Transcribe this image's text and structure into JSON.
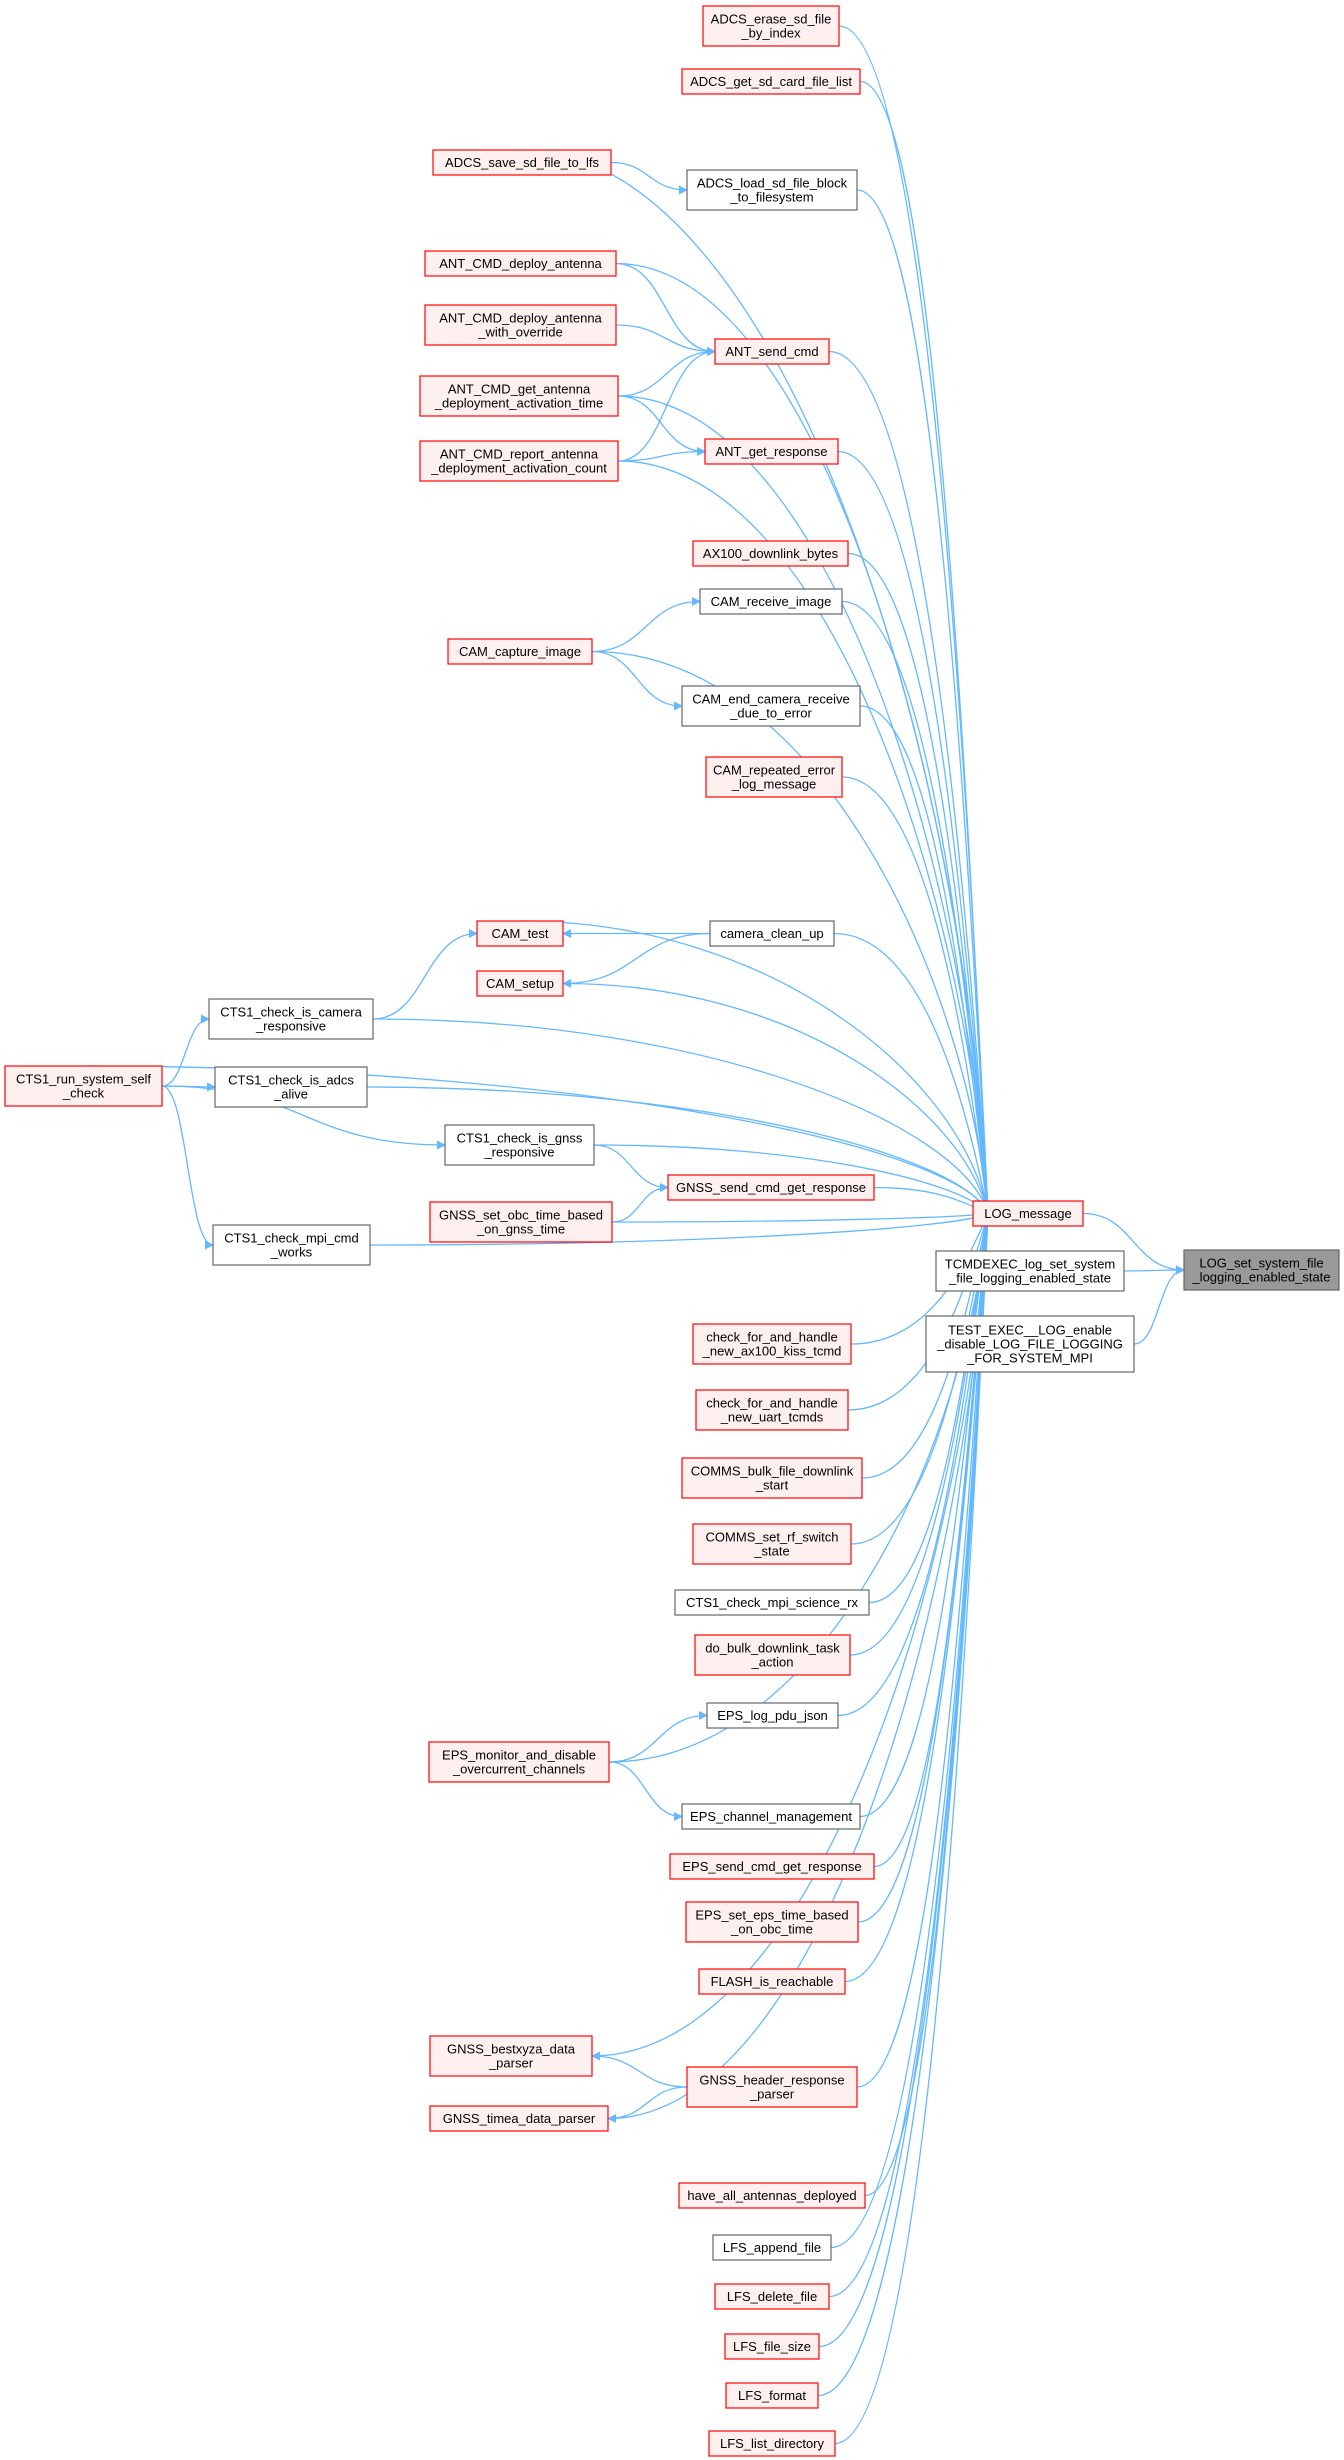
{
  "colors": {
    "red_border": "#ff0000",
    "red_fill": "#fff0f0",
    "gray_border": "#666666",
    "white_fill": "#ffffff",
    "highlight_fill": "#999999",
    "edge": "#63b8ff"
  },
  "nodes": [
    {
      "id": "adcs_erase",
      "lines": [
        "ADCS_erase_sd_file",
        "_by_index"
      ],
      "style": "red"
    },
    {
      "id": "adcs_get_list",
      "lines": [
        "ADCS_get_sd_card_file_list"
      ],
      "style": "red"
    },
    {
      "id": "adcs_save",
      "lines": [
        "ADCS_save_sd_file_to_lfs"
      ],
      "style": "red"
    },
    {
      "id": "adcs_load",
      "lines": [
        "ADCS_load_sd_file_block",
        "_to_filesystem"
      ],
      "style": "gray"
    },
    {
      "id": "ant_deploy",
      "lines": [
        "ANT_CMD_deploy_antenna"
      ],
      "style": "red"
    },
    {
      "id": "ant_deploy_override",
      "lines": [
        "ANT_CMD_deploy_antenna",
        "_with_override"
      ],
      "style": "red"
    },
    {
      "id": "ant_get_time",
      "lines": [
        "ANT_CMD_get_antenna",
        "_deployment_activation_time"
      ],
      "style": "red"
    },
    {
      "id": "ant_report",
      "lines": [
        "ANT_CMD_report_antenna",
        "_deployment_activation_count"
      ],
      "style": "red"
    },
    {
      "id": "ant_send",
      "lines": [
        "ANT_send_cmd"
      ],
      "style": "red"
    },
    {
      "id": "ant_get_resp",
      "lines": [
        "ANT_get_response"
      ],
      "style": "red"
    },
    {
      "id": "ax100",
      "lines": [
        "AX100_downlink_bytes"
      ],
      "style": "red"
    },
    {
      "id": "cam_receive",
      "lines": [
        "CAM_receive_image"
      ],
      "style": "gray"
    },
    {
      "id": "cam_capture",
      "lines": [
        "CAM_capture_image"
      ],
      "style": "red"
    },
    {
      "id": "cam_end",
      "lines": [
        "CAM_end_camera_receive",
        "_due_to_error"
      ],
      "style": "gray"
    },
    {
      "id": "cam_repeated",
      "lines": [
        "CAM_repeated_error",
        "_log_message"
      ],
      "style": "red"
    },
    {
      "id": "cam_test",
      "lines": [
        "CAM_test"
      ],
      "style": "red"
    },
    {
      "id": "camera_clean",
      "lines": [
        "camera_clean_up"
      ],
      "style": "gray"
    },
    {
      "id": "cam_setup",
      "lines": [
        "CAM_setup"
      ],
      "style": "red"
    },
    {
      "id": "cts1_camera",
      "lines": [
        "CTS1_check_is_camera",
        "_responsive"
      ],
      "style": "gray"
    },
    {
      "id": "cts1_run",
      "lines": [
        "CTS1_run_system_self",
        "_check"
      ],
      "style": "red"
    },
    {
      "id": "cts1_adcs",
      "lines": [
        "CTS1_check_is_adcs",
        "_alive"
      ],
      "style": "gray"
    },
    {
      "id": "cts1_gnss",
      "lines": [
        "CTS1_check_is_gnss",
        "_responsive"
      ],
      "style": "gray"
    },
    {
      "id": "gnss_send",
      "lines": [
        "GNSS_send_cmd_get_response"
      ],
      "style": "red"
    },
    {
      "id": "gnss_set_obc",
      "lines": [
        "GNSS_set_obc_time_based",
        "_on_gnss_time"
      ],
      "style": "red"
    },
    {
      "id": "cts1_mpi",
      "lines": [
        "CTS1_check_mpi_cmd",
        "_works"
      ],
      "style": "gray"
    },
    {
      "id": "log_message",
      "lines": [
        "LOG_message"
      ],
      "style": "red"
    },
    {
      "id": "tcmd_exec",
      "lines": [
        "TCMDEXEC_log_set_system",
        "_file_logging_enabled_state"
      ],
      "style": "gray"
    },
    {
      "id": "test_exec",
      "lines": [
        "TEST_EXEC__LOG_enable",
        "_disable_LOG_FILE_LOGGING",
        "_FOR_SYSTEM_MPI"
      ],
      "style": "gray"
    },
    {
      "id": "log_set",
      "lines": [
        "LOG_set_system_file",
        "_logging_enabled_state"
      ],
      "style": "highlight"
    },
    {
      "id": "check_ax100",
      "lines": [
        "check_for_and_handle",
        "_new_ax100_kiss_tcmd"
      ],
      "style": "red"
    },
    {
      "id": "check_uart",
      "lines": [
        "check_for_and_handle",
        "_new_uart_tcmds"
      ],
      "style": "red"
    },
    {
      "id": "comms_bulk",
      "lines": [
        "COMMS_bulk_file_downlink",
        "_start"
      ],
      "style": "red"
    },
    {
      "id": "comms_rf",
      "lines": [
        "COMMS_set_rf_switch",
        "_state"
      ],
      "style": "red"
    },
    {
      "id": "cts1_science",
      "lines": [
        "CTS1_check_mpi_science_rx"
      ],
      "style": "gray"
    },
    {
      "id": "do_bulk",
      "lines": [
        "do_bulk_downlink_task",
        "_action"
      ],
      "style": "red"
    },
    {
      "id": "eps_log_pdu",
      "lines": [
        "EPS_log_pdu_json"
      ],
      "style": "gray"
    },
    {
      "id": "eps_monitor",
      "lines": [
        "EPS_monitor_and_disable",
        "_overcurrent_channels"
      ],
      "style": "red"
    },
    {
      "id": "eps_channel",
      "lines": [
        "EPS_channel_management"
      ],
      "style": "gray"
    },
    {
      "id": "eps_send",
      "lines": [
        "EPS_send_cmd_get_response"
      ],
      "style": "red"
    },
    {
      "id": "eps_set_time",
      "lines": [
        "EPS_set_eps_time_based",
        "_on_obc_time"
      ],
      "style": "red"
    },
    {
      "id": "flash_reach",
      "lines": [
        "FLASH_is_reachable"
      ],
      "style": "red"
    },
    {
      "id": "gnss_bestxyza",
      "lines": [
        "GNSS_bestxyza_data",
        "_parser"
      ],
      "style": "red"
    },
    {
      "id": "gnss_header",
      "lines": [
        "GNSS_header_response",
        "_parser"
      ],
      "style": "red"
    },
    {
      "id": "gnss_timea",
      "lines": [
        "GNSS_timea_data_parser"
      ],
      "style": "red"
    },
    {
      "id": "have_all",
      "lines": [
        "have_all_antennas_deployed"
      ],
      "style": "red"
    },
    {
      "id": "lfs_append",
      "lines": [
        "LFS_append_file"
      ],
      "style": "gray"
    },
    {
      "id": "lfs_delete",
      "lines": [
        "LFS_delete_file"
      ],
      "style": "red"
    },
    {
      "id": "lfs_size",
      "lines": [
        "LFS_file_size"
      ],
      "style": "red"
    },
    {
      "id": "lfs_format",
      "lines": [
        "LFS_format"
      ],
      "style": "red"
    },
    {
      "id": "lfs_list",
      "lines": [
        "LFS_list_directory"
      ],
      "style": "red"
    }
  ],
  "edges": [
    {
      "from": "adcs_erase",
      "to": "log_message"
    },
    {
      "from": "adcs_get_list",
      "to": "log_message"
    },
    {
      "from": "adcs_save",
      "to": "adcs_load"
    },
    {
      "from": "adcs_save",
      "to": "log_message"
    },
    {
      "from": "adcs_load",
      "to": "log_message"
    },
    {
      "from": "ant_deploy",
      "to": "ant_send"
    },
    {
      "from": "ant_deploy",
      "to": "log_message"
    },
    {
      "from": "ant_deploy_override",
      "to": "ant_send"
    },
    {
      "from": "ant_get_time",
      "to": "ant_send"
    },
    {
      "from": "ant_get_time",
      "to": "ant_get_resp"
    },
    {
      "from": "ant_get_time",
      "to": "log_message"
    },
    {
      "from": "ant_report",
      "to": "ant_send"
    },
    {
      "from": "ant_report",
      "to": "ant_get_resp"
    },
    {
      "from": "ant_report",
      "to": "log_message"
    },
    {
      "from": "ant_send",
      "to": "log_message"
    },
    {
      "from": "ant_get_resp",
      "to": "log_message"
    },
    {
      "from": "ax100",
      "to": "log_message"
    },
    {
      "from": "cam_capture",
      "to": "cam_receive"
    },
    {
      "from": "cam_capture",
      "to": "cam_end"
    },
    {
      "from": "cam_capture",
      "to": "log_message"
    },
    {
      "from": "cam_receive",
      "to": "log_message"
    },
    {
      "from": "cam_end",
      "to": "log_message"
    },
    {
      "from": "cam_repeated",
      "to": "log_message"
    },
    {
      "from": "cam_test",
      "to": "log_message"
    },
    {
      "from": "camera_clean",
      "to": "cam_test"
    },
    {
      "from": "camera_clean",
      "to": "cam_setup"
    },
    {
      "from": "camera_clean",
      "to": "log_message"
    },
    {
      "from": "cam_setup",
      "to": "log_message"
    },
    {
      "from": "cts1_camera",
      "to": "cam_test"
    },
    {
      "from": "cts1_camera",
      "to": "log_message"
    },
    {
      "from": "cts1_run",
      "to": "cts1_camera"
    },
    {
      "from": "cts1_run",
      "to": "cts1_adcs"
    },
    {
      "from": "cts1_run",
      "to": "cts1_gnss"
    },
    {
      "from": "cts1_run",
      "to": "cts1_mpi"
    },
    {
      "from": "cts1_run",
      "to": "log_message"
    },
    {
      "from": "cts1_adcs",
      "to": "log_message"
    },
    {
      "from": "cts1_gnss",
      "to": "gnss_send"
    },
    {
      "from": "cts1_gnss",
      "to": "log_message"
    },
    {
      "from": "gnss_send",
      "to": "log_message"
    },
    {
      "from": "gnss_set_obc",
      "to": "gnss_send"
    },
    {
      "from": "gnss_set_obc",
      "to": "log_message"
    },
    {
      "from": "cts1_mpi",
      "to": "log_message"
    },
    {
      "from": "log_message",
      "to": "log_set"
    },
    {
      "from": "tcmd_exec",
      "to": "log_set"
    },
    {
      "from": "test_exec",
      "to": "log_set"
    },
    {
      "from": "check_ax100",
      "to": "log_message"
    },
    {
      "from": "check_uart",
      "to": "log_message"
    },
    {
      "from": "comms_bulk",
      "to": "log_message"
    },
    {
      "from": "comms_rf",
      "to": "log_message"
    },
    {
      "from": "cts1_science",
      "to": "log_message"
    },
    {
      "from": "do_bulk",
      "to": "log_message"
    },
    {
      "from": "eps_log_pdu",
      "to": "log_message"
    },
    {
      "from": "eps_monitor",
      "to": "eps_log_pdu"
    },
    {
      "from": "eps_monitor",
      "to": "eps_channel"
    },
    {
      "from": "eps_monitor",
      "to": "log_message"
    },
    {
      "from": "eps_channel",
      "to": "log_message"
    },
    {
      "from": "eps_send",
      "to": "log_message"
    },
    {
      "from": "eps_set_time",
      "to": "log_message"
    },
    {
      "from": "flash_reach",
      "to": "log_message"
    },
    {
      "from": "gnss_bestxyza",
      "to": "log_message"
    },
    {
      "from": "gnss_header",
      "to": "gnss_bestxyza"
    },
    {
      "from": "gnss_header",
      "to": "gnss_timea"
    },
    {
      "from": "gnss_header",
      "to": "log_message"
    },
    {
      "from": "gnss_timea",
      "to": "log_message"
    },
    {
      "from": "have_all",
      "to": "log_message"
    },
    {
      "from": "lfs_append",
      "to": "log_message"
    },
    {
      "from": "lfs_delete",
      "to": "log_message"
    },
    {
      "from": "lfs_size",
      "to": "log_message"
    },
    {
      "from": "lfs_format",
      "to": "log_message"
    },
    {
      "from": "lfs_list",
      "to": "log_message"
    }
  ]
}
